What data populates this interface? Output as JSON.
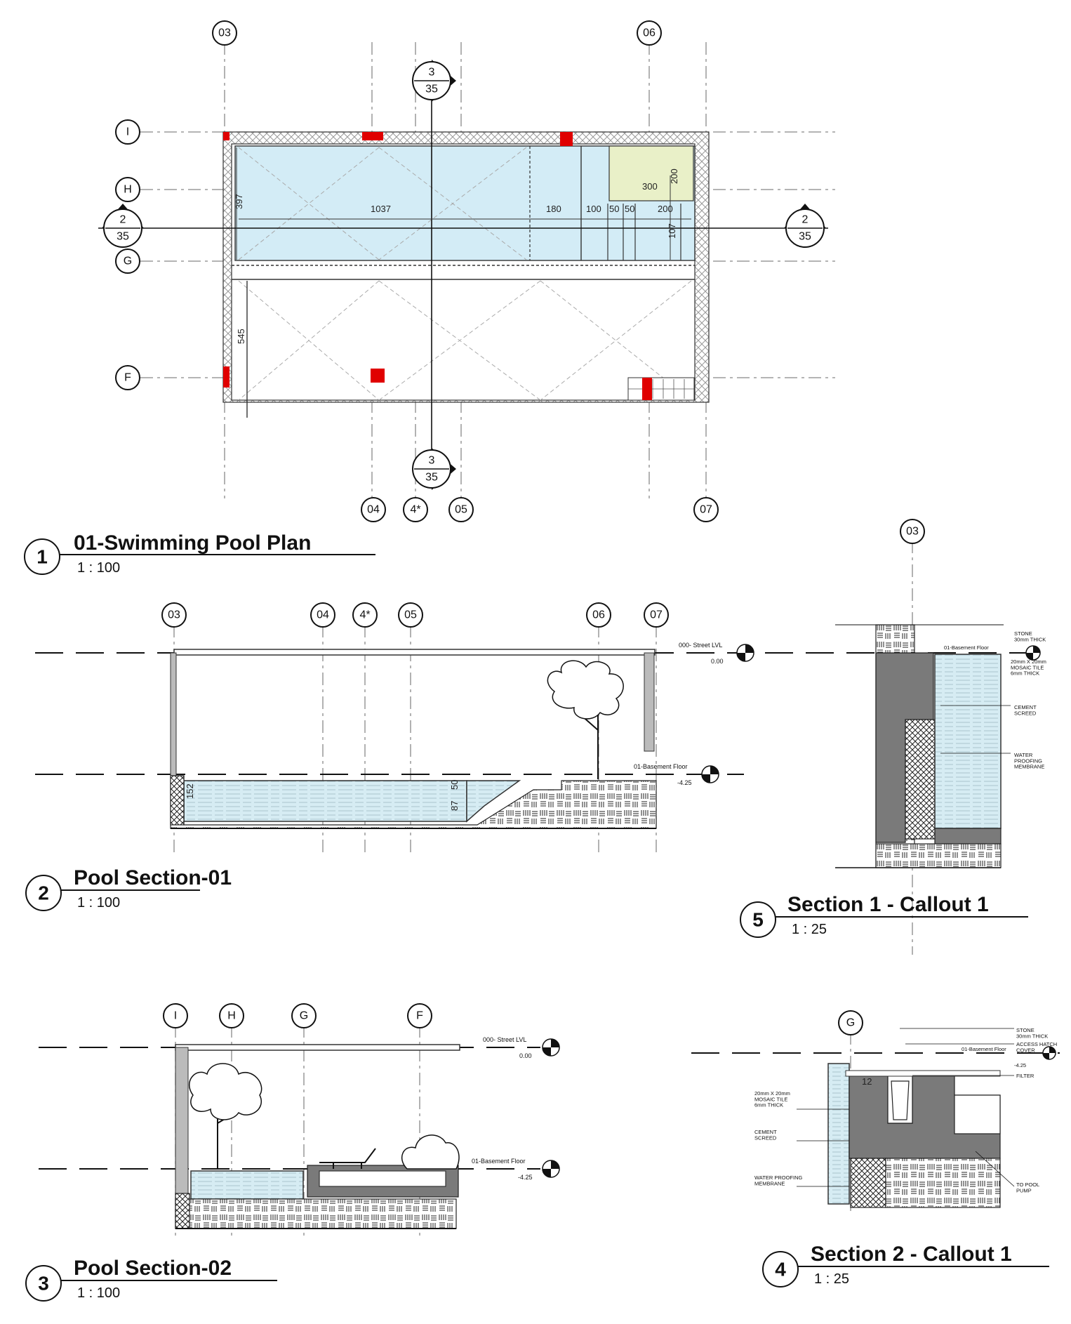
{
  "plan": {
    "title": "01-Swimming Pool Plan",
    "scale": "1 : 100",
    "view_number": "1",
    "grid_top": [
      "03",
      "06"
    ],
    "grid_bottom": [
      "04",
      "4*",
      "05",
      "07"
    ],
    "grid_left": [
      "I",
      "H",
      "G",
      "F"
    ],
    "section_mark_2": {
      "top": "2",
      "bottom": "35"
    },
    "section_mark_3": {
      "top": "3",
      "bottom": "35"
    },
    "dims": {
      "d397": "397",
      "d1037": "1037",
      "d180": "180",
      "d100": "100",
      "d50a": "50",
      "d50b": "50",
      "d200a": "200",
      "d300": "300",
      "d200b": "200",
      "d107": "107",
      "d545": "545"
    }
  },
  "section1": {
    "title": "Pool Section-01",
    "scale": "1 : 100",
    "view_number": "2",
    "grids": [
      "03",
      "04",
      "4*",
      "05",
      "06",
      "07"
    ],
    "level_street": "000- Street LVL",
    "level_street_val": "0.00",
    "level_basement": "01-Basement Floor",
    "level_basement_val": "-4.25",
    "dim_152": "152",
    "dim_87": "87",
    "dim_50": "50"
  },
  "callout1": {
    "title": "Section 1 - Callout 1",
    "scale": "1 : 25",
    "view_number": "5",
    "grid": "03",
    "level": "01-Basement Floor",
    "note_stone": "STONE\n30mm THICK",
    "note_mosaic": "20mm X 20mm\nMOSAIC TILE\n6mm THICK",
    "note_screed": "CEMENT\nSCREED",
    "note_wp": "WATER\nPROOFING\nMEMBRANE"
  },
  "section2": {
    "title": "Pool Section-02",
    "scale": "1 : 100",
    "view_number": "3",
    "grids": [
      "I",
      "H",
      "G",
      "F"
    ],
    "level_street": "000- Street LVL",
    "level_street_val": "0.00",
    "level_basement": "01-Basement Floor",
    "level_basement_val": "-4.25"
  },
  "callout2": {
    "title": "Section 2 - Callout 1",
    "scale": "1 : 25",
    "view_number": "4",
    "grid": "G",
    "level": "01-Basement Floor",
    "level_val": "-4.25",
    "dim_12": "12",
    "note_stone": "STONE\n30mm THICK",
    "note_grate": "ACCESS HATCH\nCOVER",
    "note_filter": "FILTER",
    "note_mosaic": "20mm X 20mm\nMOSAIC TILE\n6mm THICK",
    "note_screed": "CEMENT\nSCREED",
    "note_wp": "WATER PROOFING\nMEMBRANE",
    "note_pump": "TO POOL\nPUMP"
  }
}
